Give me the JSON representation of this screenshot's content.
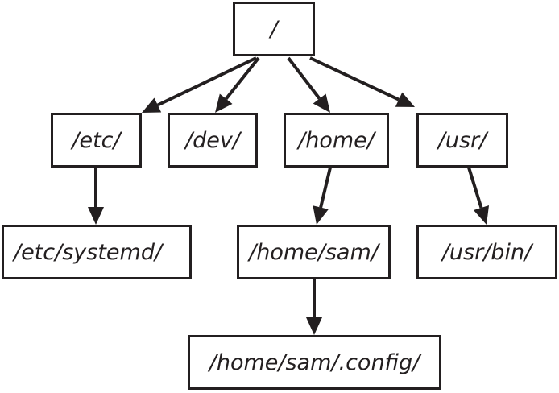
{
  "diagram": {
    "stroke_color": "#231f20",
    "background_color": "#ffffff",
    "nodes": {
      "root": "/",
      "etc": "/etc/",
      "dev": "/dev/",
      "home": "/home/",
      "usr": "/usr/",
      "etc_systemd": "/etc/systemd/",
      "home_sam": "/home/sam/",
      "usr_bin": "/usr/bin/",
      "home_sam_config": "/home/sam/.config/"
    },
    "edges": [
      [
        "root",
        "etc"
      ],
      [
        "root",
        "dev"
      ],
      [
        "root",
        "home"
      ],
      [
        "root",
        "usr"
      ],
      [
        "etc",
        "etc_systemd"
      ],
      [
        "home",
        "home_sam"
      ],
      [
        "usr",
        "usr_bin"
      ],
      [
        "home_sam",
        "home_sam_config"
      ]
    ]
  }
}
